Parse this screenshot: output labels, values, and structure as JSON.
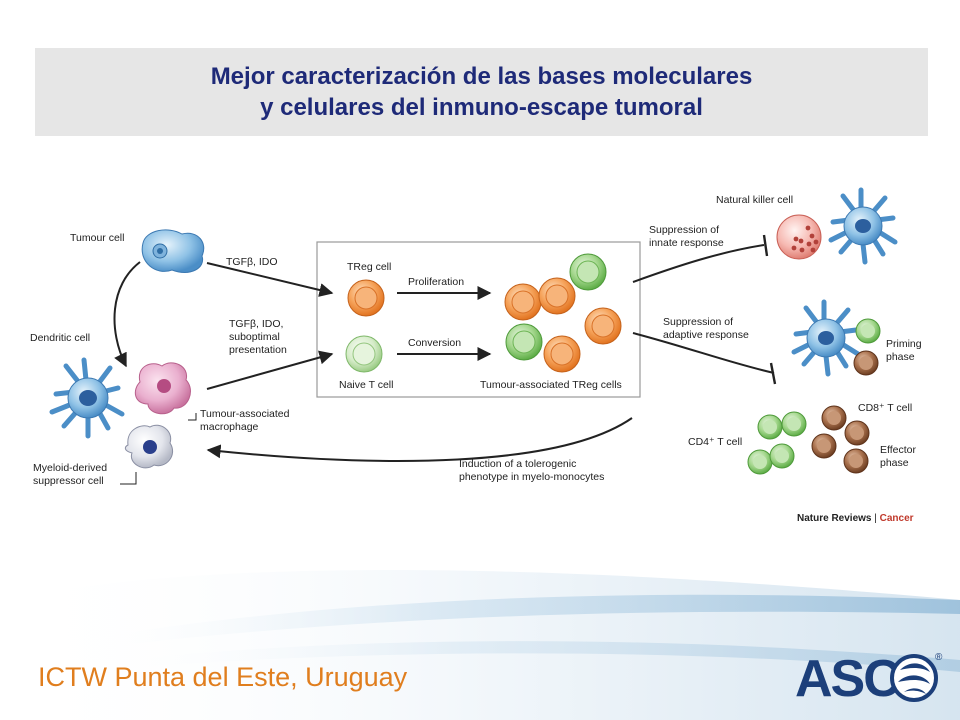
{
  "slide": {
    "title_line1": "Mejor caracterización de las bases moleculares",
    "title_line2": "y celulares del inmuno-escape tumoral",
    "footer": "ICTW Punta del Este, Uruguay",
    "logo_text": "ASC",
    "logo_mark": "®"
  },
  "diagram": {
    "labels": {
      "tumour_cell": "Tumour cell",
      "dendritic_cell": "Dendritic cell",
      "tam_line1": "Tumour-associated",
      "tam_line2": "macrophage",
      "mdsc_line1": "Myeloid-derived",
      "mdsc_line2": "suppressor cell",
      "tgf_ido": "TGFβ, IDO",
      "tgf_ido2_line1": "TGFβ, IDO,",
      "tgf_ido2_line2": "suboptimal",
      "tgf_ido2_line3": "presentation",
      "treg_cell": "TReg cell",
      "naive_t_cell": "Naive T cell",
      "proliferation": "Proliferation",
      "conversion": "Conversion",
      "tumour_assoc_treg": "Tumour-associated TReg cells",
      "innate_line1": "Suppression of",
      "innate_line2": "innate response",
      "adaptive_line1": "Suppression of",
      "adaptive_line2": "adaptive response",
      "nk_cell": "Natural killer cell",
      "priming_line1": "Priming",
      "priming_line2": "phase",
      "cd8": "CD8⁺ T cell",
      "cd4": "CD4⁺ T cell",
      "effector_line1": "Effector",
      "effector_line2": "phase",
      "induction_line1": "Induction of a tolerogenic",
      "induction_line2": "phenotype in myelo-monocytes",
      "credit_journal": "Nature Reviews",
      "credit_sep": " | ",
      "credit_section": "Cancer"
    }
  },
  "colors": {
    "title_text": "#1e2a78",
    "footer_text": "#e07e1e",
    "treg": "#f08a3c",
    "naive": "#a8d89a",
    "cd4": "#7cc36a",
    "cd8": "#8b5a3c",
    "nk": "#f3a7a0",
    "dendritic": "#6da9d9",
    "macrophage": "#e7a0c6",
    "credit_accent": "#c0392b"
  }
}
